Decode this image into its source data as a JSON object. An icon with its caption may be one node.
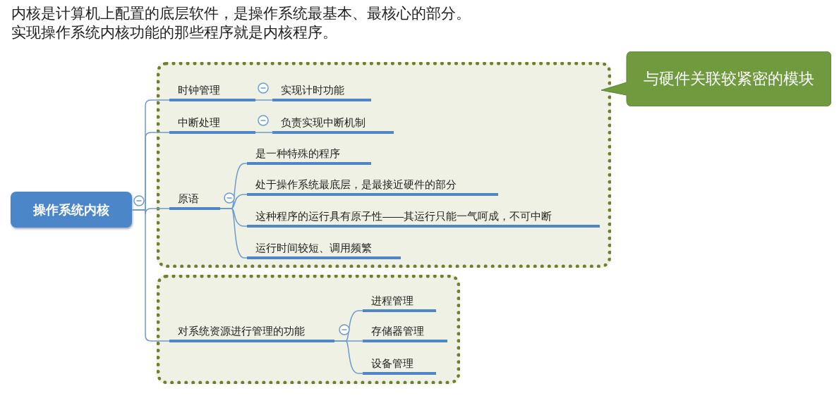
{
  "diagram": {
    "title": "内核是计算机上配置的底层软件，是操作系统最基本、最核心的部分。",
    "nodes": [
      {
        "text": [
          "操作系统内核"
        ]
      },
      {
        "text": [],
        "shape": "box"
      },
      {
        "text": [
          "时钟管理"
        ],
        "in": 1
      },
      {
        "text": [
          "实现计时功能"
        ],
        "in": 1
      },
      {
        "text": [
          "中断处理"
        ],
        "in": 1
      },
      {
        "text": [
          "负责实现中断机制"
        ],
        "in": 1
      },
      {
        "text": [
          "原语"
        ],
        "in": 1
      },
      {
        "text": [
          "是一种特殊的程序"
        ],
        "in": 1
      },
      {
        "text": [
          "处于操作系统最底层，是最接近硬件的部分"
        ],
        "in": 1
      },
      {
        "text": [
          "这种程序的运行具有原子性——其运行只能一气呵成，不可中断"
        ],
        "in": 1
      },
      {
        "text": [
          "运行时间较短、调用频繁"
        ],
        "in": 1
      },
      {
        "text": [],
        "shape": "box"
      },
      {
        "text": [
          "对系统资源进行管理的功能"
        ],
        "in": 11
      },
      {
        "text": [
          "进程管理"
        ],
        "in": 11
      },
      {
        "text": [
          "存储器管理"
        ],
        "in": 11
      },
      {
        "text": [
          "设备管理"
        ],
        "in": 11
      },
      {
        "text": [
          "与硬件关联较紧密的模块"
        ]
      }
    ],
    "edges": [
      {
        "from": 0,
        "to": 2,
        "arrow": "none"
      },
      {
        "from": 0,
        "to": 4,
        "arrow": "none"
      },
      {
        "from": 0,
        "to": 6,
        "arrow": "none"
      },
      {
        "from": 0,
        "to": 12,
        "arrow": "none"
      },
      {
        "from": 2,
        "to": 3,
        "arrow": "none"
      },
      {
        "from": 4,
        "to": 5,
        "arrow": "none"
      },
      {
        "from": 6,
        "to": 7,
        "arrow": "none"
      },
      {
        "from": 6,
        "to": 8,
        "arrow": "none"
      },
      {
        "from": 6,
        "to": 9,
        "arrow": "none"
      },
      {
        "from": 6,
        "to": 10,
        "arrow": "none"
      },
      {
        "from": 12,
        "to": 13,
        "arrow": "none"
      },
      {
        "from": 12,
        "to": 14,
        "arrow": "none"
      },
      {
        "from": 12,
        "to": 15,
        "arrow": "none"
      }
    ],
    "labels": [
      "实现操作系统内核功能的那些程序就是内核程序。"
    ]
  }
}
